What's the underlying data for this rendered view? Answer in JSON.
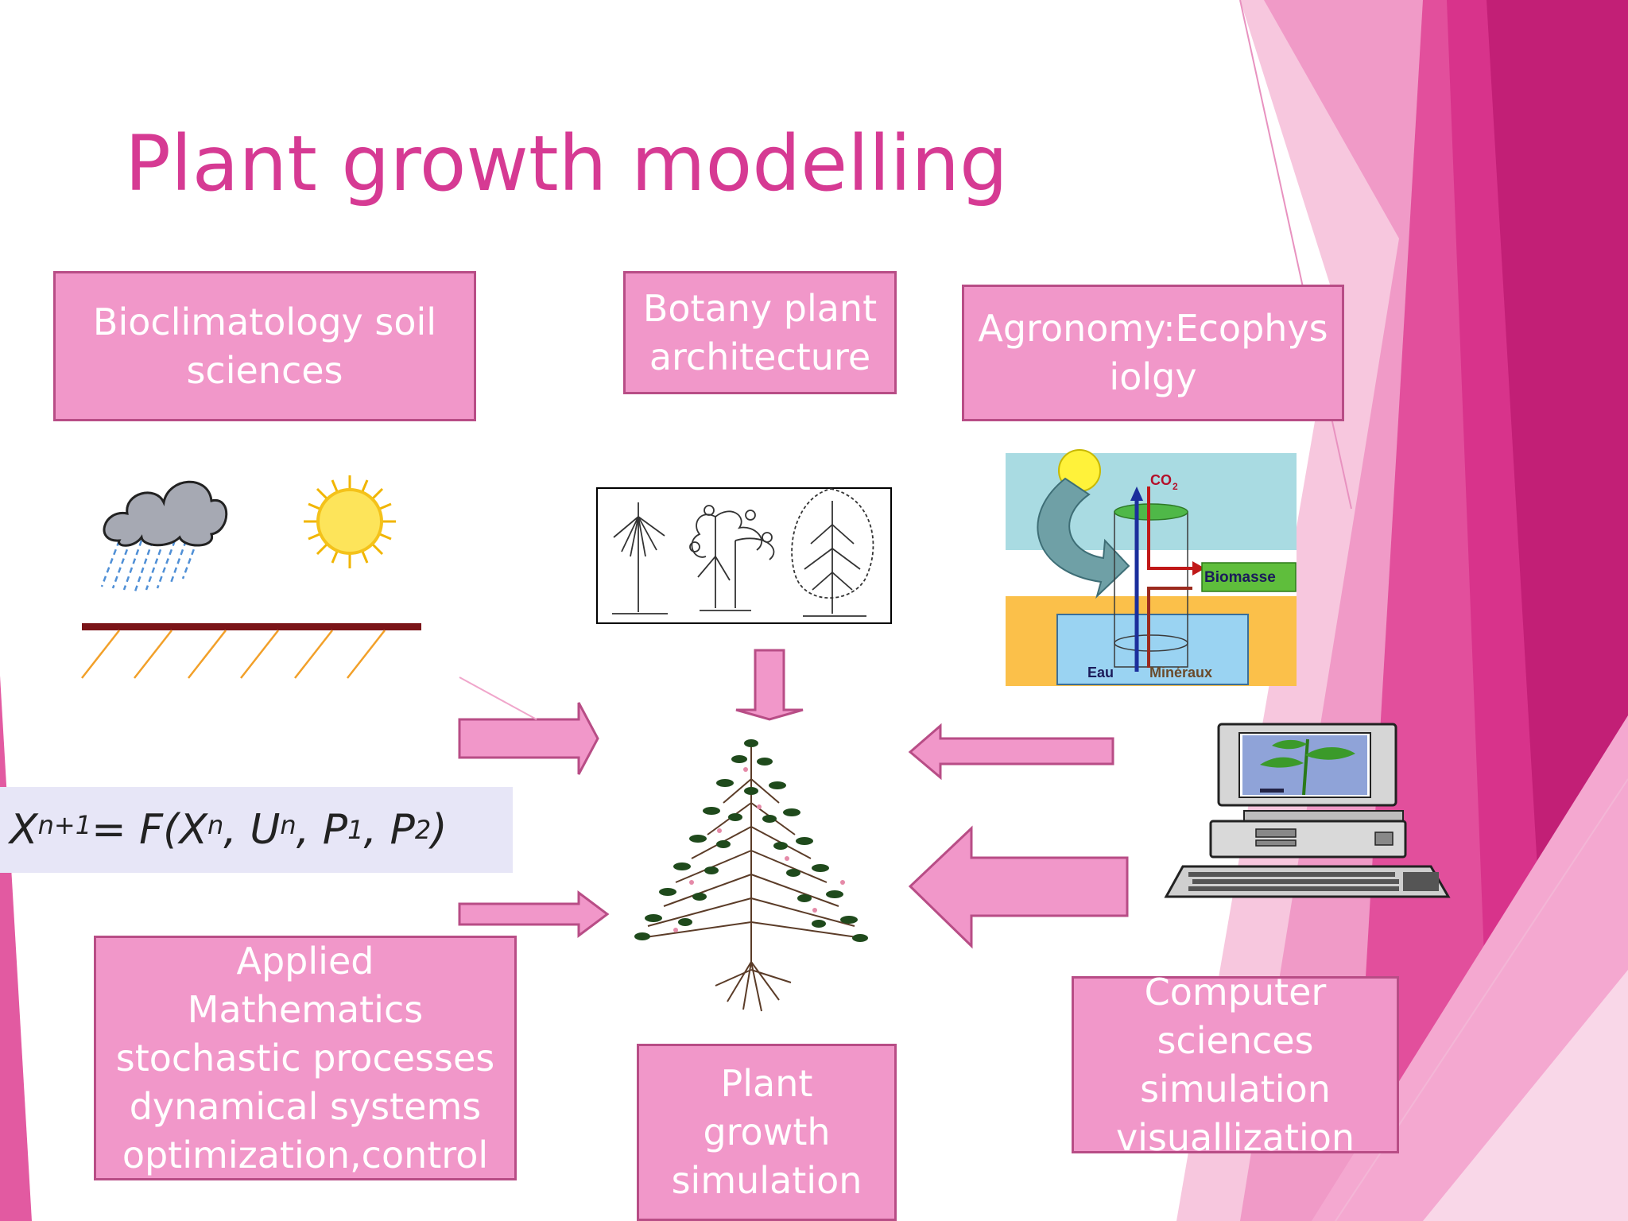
{
  "slide": {
    "title": "Plant growth modelling",
    "colors": {
      "title": "#d63a93",
      "box_fill": "#f197c9",
      "box_border": "#b84d86",
      "accent_dark": "#c0246f"
    }
  },
  "boxes": {
    "bioclimatology": {
      "line1": "Bioclimatology soil",
      "line2": "sciences"
    },
    "botany": {
      "line1": "Botany plant",
      "line2": "architecture"
    },
    "agronomy": {
      "line1": "Agronomy:Ecophys",
      "line2": "iolgy"
    },
    "mathematics": {
      "line1": "Applied",
      "line2": "Mathematics",
      "line3": "stochastic processes",
      "line4": "dynamical systems",
      "line5": "optimization,control"
    },
    "simulation": {
      "line1": "Plant",
      "line2": "growth",
      "line3": "simulation"
    },
    "computer": {
      "line1": "Computer",
      "line2": "sciences",
      "line3": "simulation",
      "line4": "visuallization"
    }
  },
  "ecophysiology_figure": {
    "co2": "CO",
    "co2_sub": "2",
    "biomasse": "Biomasse",
    "eau": "Eau",
    "mineraux": "Minéraux"
  },
  "formula": {
    "X": "X",
    "exp_n1": "n+1",
    "eq": " = F(X",
    "exp_n_a": "n",
    "u": ", U",
    "exp_n_b": "n",
    "p1": ", P",
    "sub1": "1",
    "p2": ", P",
    "sub2": "2",
    "close": ")"
  },
  "icons": [
    "rain-cloud-icon",
    "sun-icon",
    "soil-ground-icon",
    "tree-architecture-icon",
    "ecophysiology-diagram-icon",
    "computer-icon",
    "simulated-tree-icon"
  ]
}
